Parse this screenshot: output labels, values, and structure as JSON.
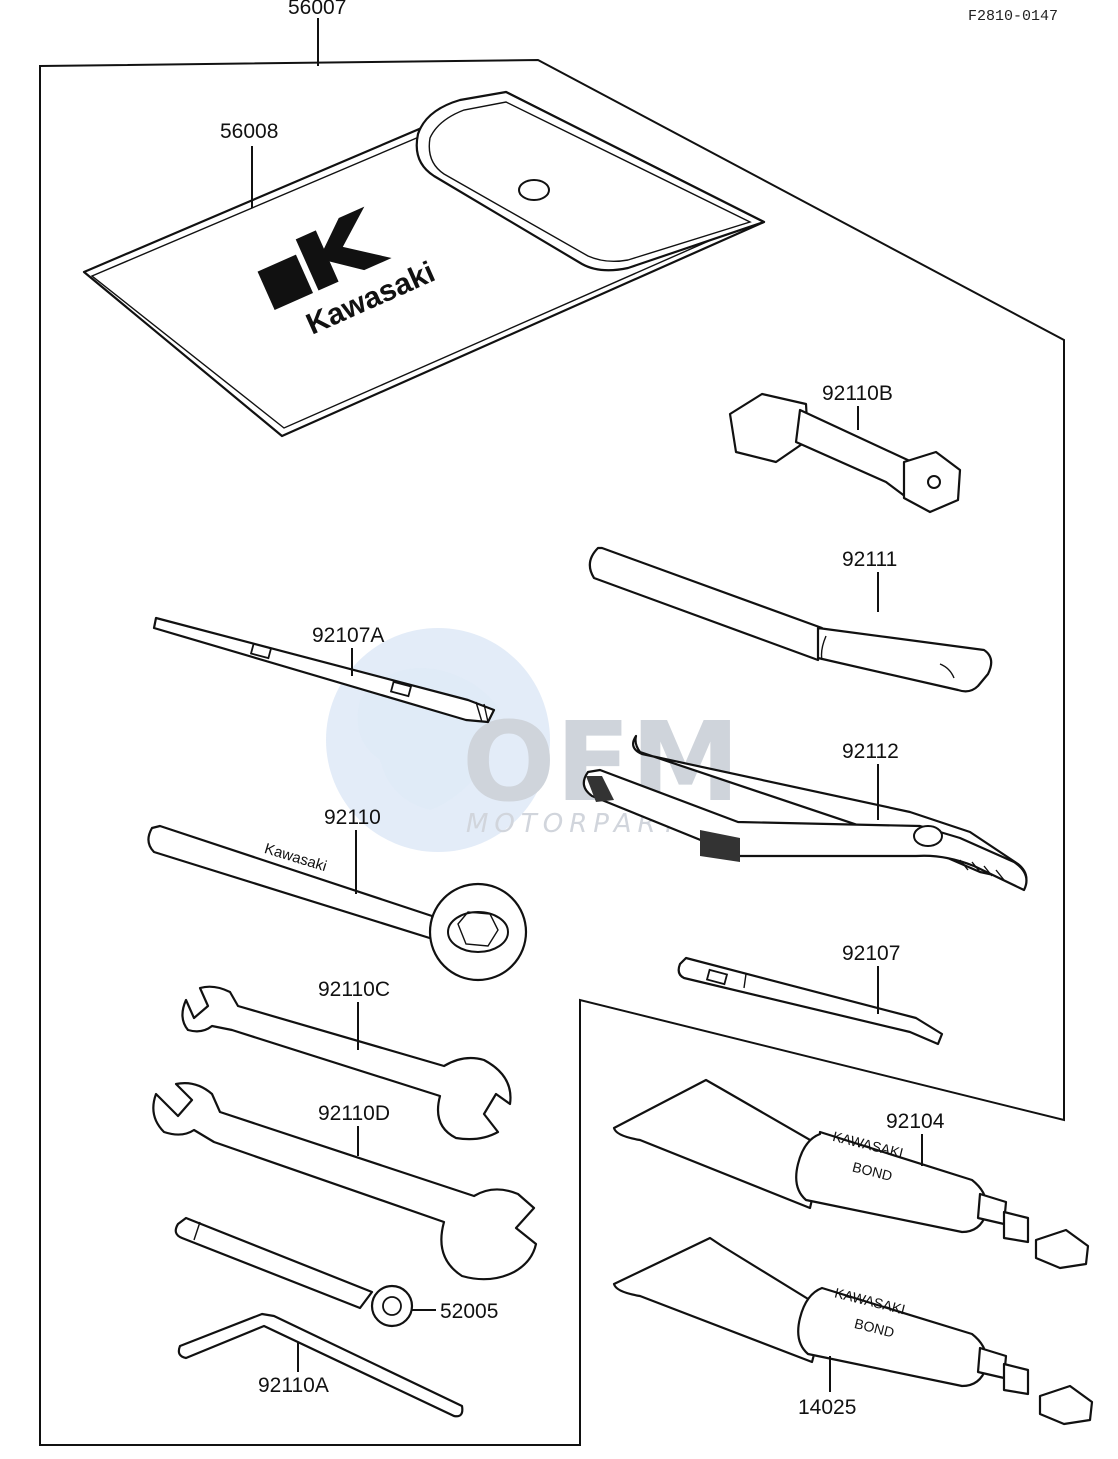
{
  "diagram_code": "F2810-0147",
  "brand": "Kawasaki",
  "bond_text": [
    "KAWASAKI",
    "BOND"
  ],
  "watermark": {
    "brand": "OEM",
    "sub": "MOTORPARTS"
  },
  "parts": {
    "p56007": "56007",
    "p56008": "56008",
    "p92110B": "92110B",
    "p92111": "92111",
    "p92107A": "92107A",
    "p92112": "92112",
    "p92110": "92110",
    "p92107": "92107",
    "p92110C": "92110C",
    "p92110D": "92110D",
    "p92104": "92104",
    "p52005": "52005",
    "p92110A": "92110A",
    "p14025": "14025"
  },
  "colors": {
    "line": "#111111",
    "watermark_globe": "#c3d6ee",
    "watermark_text": "#c7cdd5"
  }
}
